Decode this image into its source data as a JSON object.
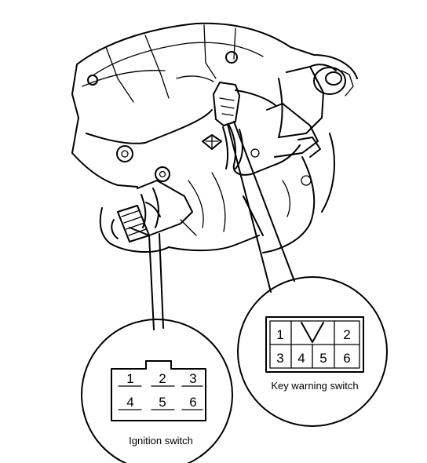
{
  "ignition_switch": {
    "caption": "Ignition switch",
    "pins_top": [
      "1",
      "2",
      "3"
    ],
    "pins_bottom": [
      "4",
      "5",
      "6"
    ]
  },
  "key_warning_switch": {
    "caption": "Key warning switch",
    "pins_top": [
      "1",
      "2"
    ],
    "pins_bottom": [
      "3",
      "4",
      "5",
      "6"
    ]
  }
}
